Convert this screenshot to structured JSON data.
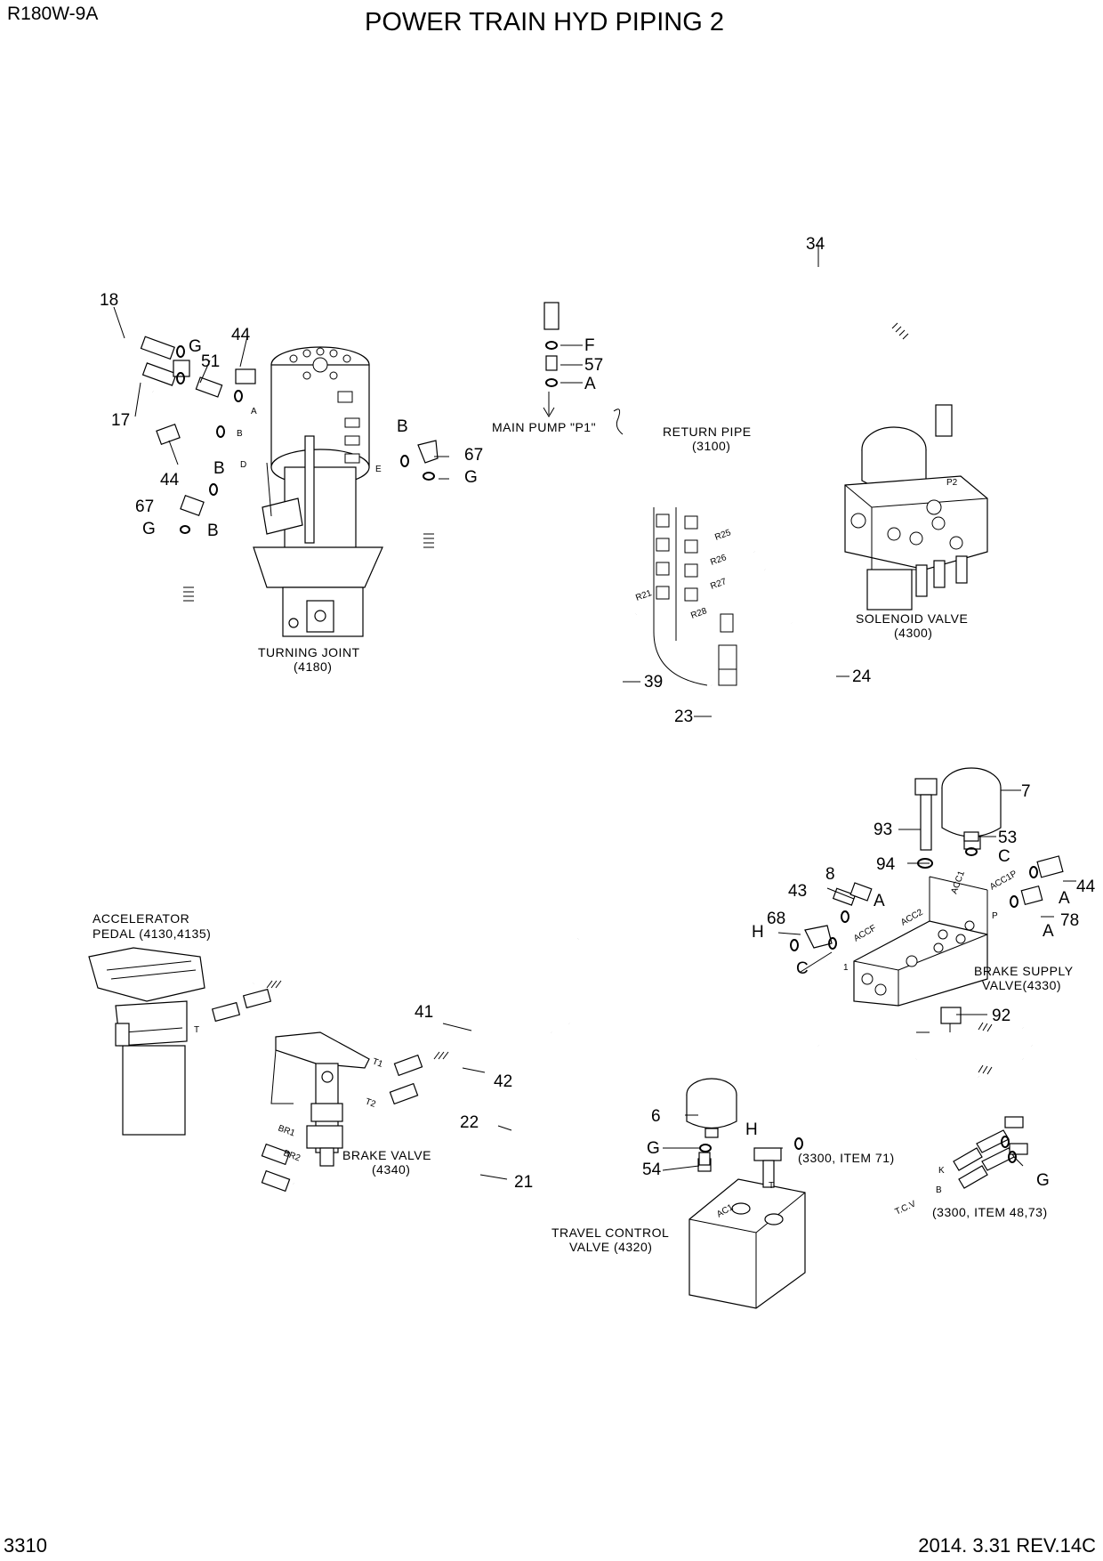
{
  "header": {
    "model": "R180W-9A",
    "title": "POWER TRAIN HYD PIPING 2"
  },
  "footer": {
    "page_number": "3310",
    "revision": "2014. 3.31  REV.14C"
  },
  "component_labels": {
    "main_pump": "MAIN PUMP \"P1\"",
    "return_pipe": "RETURN PIPE",
    "return_pipe_ref": "(3100)",
    "solenoid_valve": "SOLENOID VALVE",
    "solenoid_valve_ref": "(4300)",
    "turning_joint": "TURNING JOINT",
    "turning_joint_ref": "(4180)",
    "accelerator_pedal": "ACCELERATOR",
    "accelerator_pedal_ref": "PEDAL (4130,4135)",
    "brake_supply_valve": "BRAKE SUPPLY",
    "brake_supply_valve_ref": "VALVE(4330)",
    "brake_valve": "BRAKE VALVE",
    "brake_valve_ref": "(4340)",
    "travel_control_valve": "TRAVEL CONTROL",
    "travel_control_valve_ref": "VALVE (4320)",
    "ref_3300_item71": "(3300, ITEM 71)",
    "ref_3300_item4873": "(3300, ITEM 48,73)"
  },
  "port_labels": {
    "r25": "R25",
    "r26": "R26",
    "r27": "R27",
    "r28": "R28",
    "r21": "R21",
    "p2": "P2",
    "acc1": "ACC1",
    "acc1p": "ACC1P",
    "acc2": "ACC2",
    "accf": "ACCF",
    "ac1": "AC1",
    "t": "T",
    "br1": "BR1",
    "br2": "BR2",
    "t1": "T1",
    "t2": "T2",
    "port_a": "A",
    "port_b": "B",
    "port_d": "D",
    "port_e": "E",
    "tcv": "T.C.V",
    "port_k": "K",
    "port_b2": "B",
    "port_p": "P",
    "port_1": "1",
    "port_t": "T"
  },
  "callouts": [
    {
      "key": "c18",
      "text": "18"
    },
    {
      "key": "c17",
      "text": "17"
    },
    {
      "key": "c51",
      "text": "51"
    },
    {
      "key": "c44a",
      "text": "44"
    },
    {
      "key": "c44b",
      "text": "44"
    },
    {
      "key": "cGa",
      "text": "G"
    },
    {
      "key": "cBa",
      "text": "B"
    },
    {
      "key": "c67a",
      "text": "67"
    },
    {
      "key": "cGb",
      "text": "G"
    },
    {
      "key": "cBb",
      "text": "B"
    },
    {
      "key": "c67b",
      "text": "67"
    },
    {
      "key": "cGc",
      "text": "G"
    },
    {
      "key": "cBc",
      "text": "B"
    },
    {
      "key": "c34",
      "text": "34"
    },
    {
      "key": "cF",
      "text": "F"
    },
    {
      "key": "c57",
      "text": "57"
    },
    {
      "key": "cAa",
      "text": "A"
    },
    {
      "key": "c39",
      "text": "39"
    },
    {
      "key": "c23",
      "text": "23"
    },
    {
      "key": "c24",
      "text": "24"
    },
    {
      "key": "c7",
      "text": "7"
    },
    {
      "key": "c93",
      "text": "93"
    },
    {
      "key": "c53",
      "text": "53"
    },
    {
      "key": "cCa",
      "text": "C"
    },
    {
      "key": "c94",
      "text": "94"
    },
    {
      "key": "c44c",
      "text": "44"
    },
    {
      "key": "cAb",
      "text": "A"
    },
    {
      "key": "c8",
      "text": "8"
    },
    {
      "key": "c43",
      "text": "43"
    },
    {
      "key": "cAc",
      "text": "A"
    },
    {
      "key": "c78",
      "text": "78"
    },
    {
      "key": "cAd",
      "text": "A"
    },
    {
      "key": "c68",
      "text": "68"
    },
    {
      "key": "cHa",
      "text": "H"
    },
    {
      "key": "cCb",
      "text": "C"
    },
    {
      "key": "c92",
      "text": "92"
    },
    {
      "key": "c41",
      "text": "41"
    },
    {
      "key": "c42",
      "text": "42"
    },
    {
      "key": "c22",
      "text": "22"
    },
    {
      "key": "c21",
      "text": "21"
    },
    {
      "key": "c6",
      "text": "6"
    },
    {
      "key": "cGd",
      "text": "G"
    },
    {
      "key": "c54",
      "text": "54"
    },
    {
      "key": "cHb",
      "text": "H"
    },
    {
      "key": "cGe",
      "text": "G"
    }
  ]
}
